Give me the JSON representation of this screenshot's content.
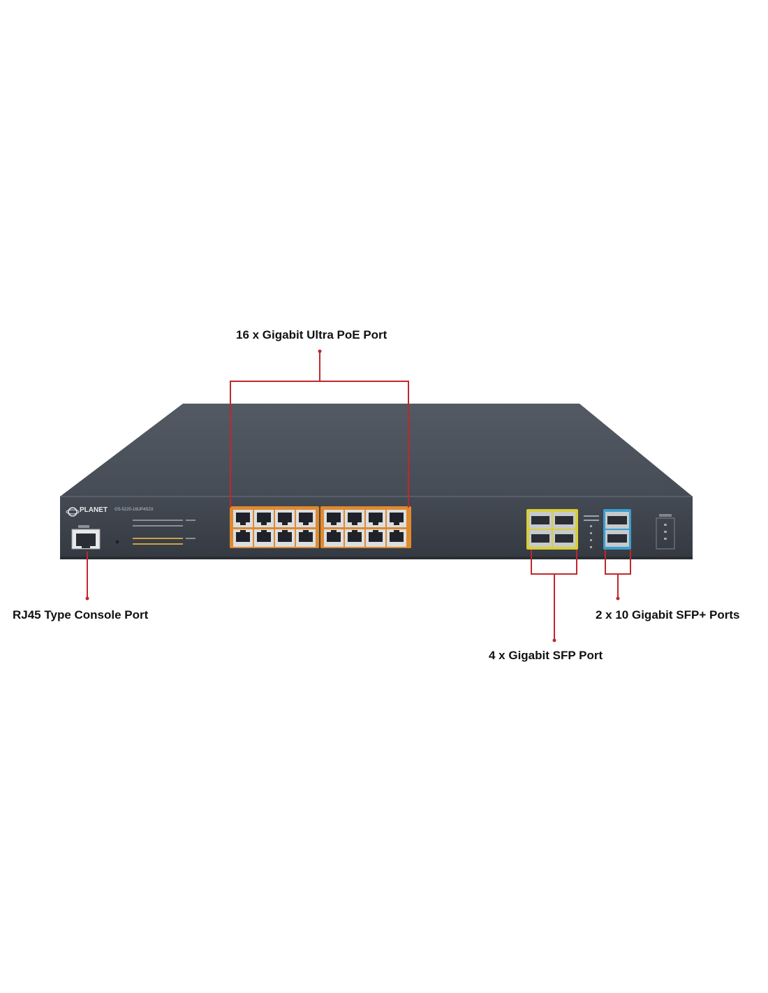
{
  "callouts": {
    "poe_ports": "16 x Gigabit Ultra PoE Port",
    "console_port": "RJ45 Type Console Port",
    "sfp_plus_ports": "2 x 10 Gigabit SFP+ Ports",
    "sfp_ports": "4 x Gigabit SFP Port"
  },
  "device": {
    "brand": "PLANET",
    "model": "GS-5220-16UP4S2X"
  },
  "colors": {
    "callout_line": "#c0272d",
    "chassis_top": "#4a5059",
    "chassis_front": "#3c424b",
    "poe_highlight": "#e08a2e",
    "sfp_highlight": "#d8cf3a",
    "sfp_plus_highlight": "#3a9fd0"
  }
}
